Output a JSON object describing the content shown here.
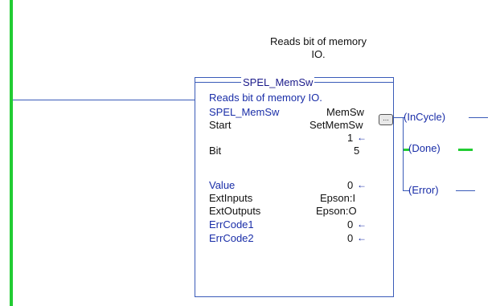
{
  "rung": {
    "comment_line1": "Reads bit of memory",
    "comment_line2": "IO."
  },
  "block": {
    "name": "SPEL_MemSw",
    "description": "Reads bit of memory IO.",
    "rows": [
      {
        "label": "SPEL_MemSw",
        "value": "MemSw"
      },
      {
        "label": "Start",
        "value": "SetMemSw"
      },
      {
        "label": "",
        "value": "1"
      },
      {
        "label": "Bit",
        "value": "5"
      },
      {
        "label": "Value",
        "value": "0"
      },
      {
        "label": "ExtInputs",
        "value": "Epson:I"
      },
      {
        "label": "ExtOutputs",
        "value": "Epson:O"
      },
      {
        "label": "ErrCode1",
        "value": "0"
      },
      {
        "label": "ErrCode2",
        "value": "0"
      }
    ],
    "browse_label": "..."
  },
  "outputs": {
    "incycle": "InCycle",
    "done": "Done",
    "error": "Error"
  },
  "colors": {
    "rail": "#22cc33",
    "wire": "#3a5bb8",
    "label_blue": "#1a2ea8",
    "active": "#22cc33"
  }
}
